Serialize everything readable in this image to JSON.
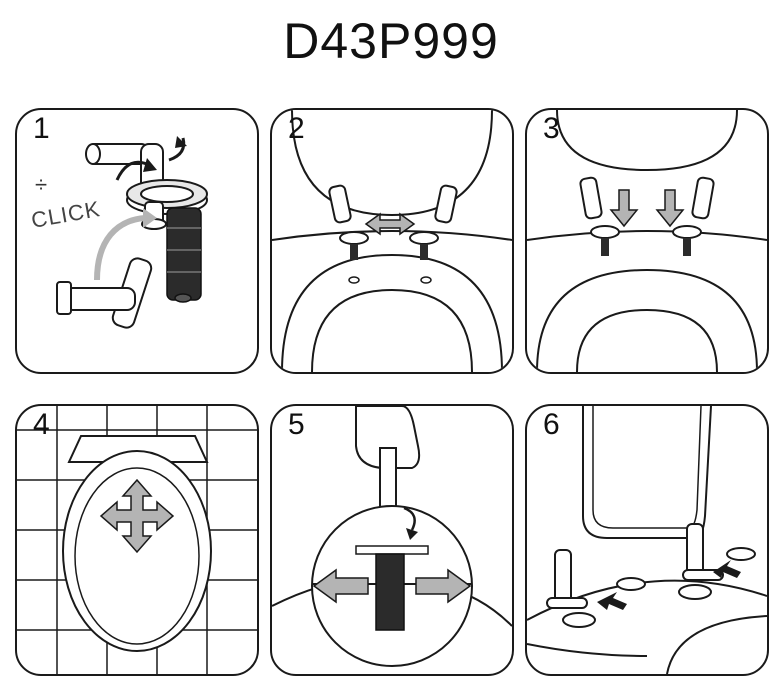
{
  "title": "D43P999",
  "steps": [
    {
      "number": "1",
      "label": "CLICK",
      "fraction_sign": "÷"
    },
    {
      "number": "2"
    },
    {
      "number": "3"
    },
    {
      "number": "4"
    },
    {
      "number": "5"
    },
    {
      "number": "6"
    }
  ],
  "colors": {
    "outline": "#1a1a1a",
    "arrow_fill": "#b4b4b4",
    "bolt_dark": "#2b2b2b"
  }
}
